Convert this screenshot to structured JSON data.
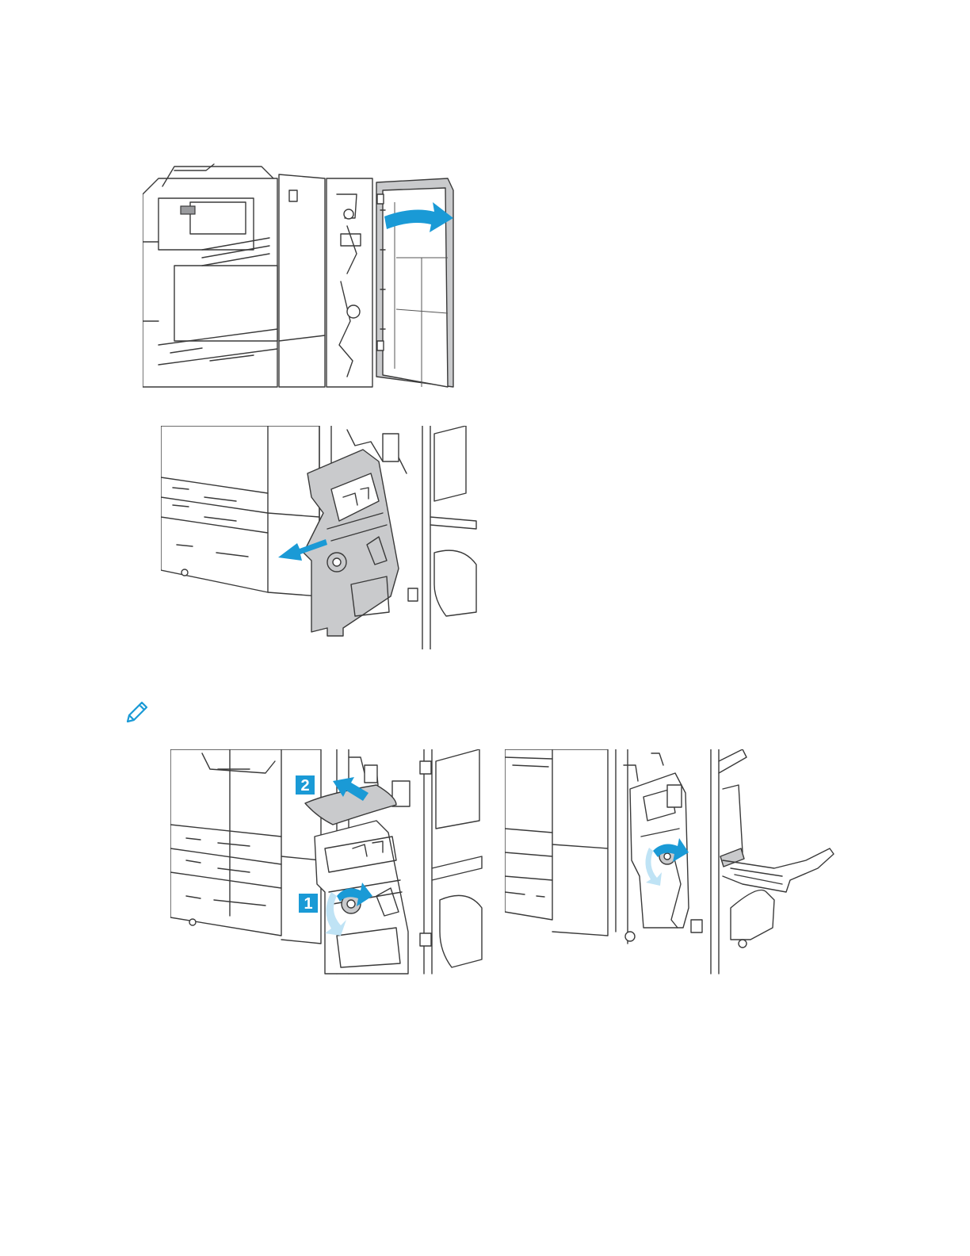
{
  "colors": {
    "accent": "#1a9ad6",
    "light_arrow": "#bfe3f5",
    "panel_gray": "#c9cacc"
  },
  "figures": [
    {
      "id": "open-front-door",
      "arrow": "curved-right"
    },
    {
      "id": "remove-staple-unit",
      "arrow": "straight-left"
    },
    {
      "id": "clear-paper-from-unit",
      "callouts": [
        "1",
        "2"
      ]
    },
    {
      "id": "rotate-knob-remove-paper",
      "arrow": "curved-rotate"
    }
  ],
  "note": {
    "icon": "pencil-icon"
  }
}
